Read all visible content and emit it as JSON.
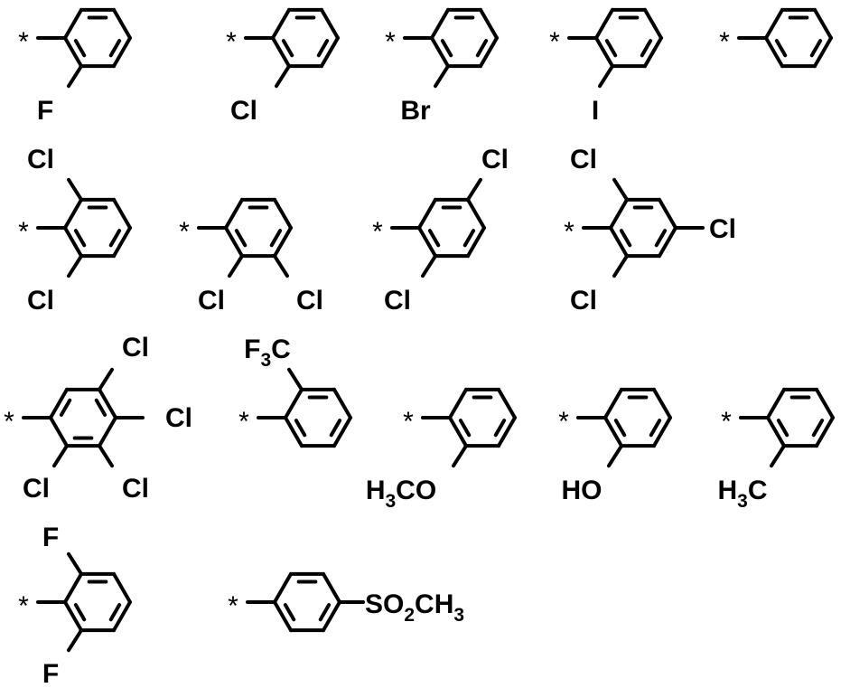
{
  "figure": {
    "attachment_symbol": "*",
    "substituents": [
      {
        "id": "2-fluoro",
        "labels": [
          "F"
        ]
      },
      {
        "id": "2-chloro",
        "labels": [
          "Cl"
        ]
      },
      {
        "id": "2-bromo",
        "labels": [
          "Br"
        ]
      },
      {
        "id": "2-iodo",
        "labels": [
          "I"
        ]
      },
      {
        "id": "phenyl",
        "labels": []
      },
      {
        "id": "2,6-dichloro",
        "labels": [
          "Cl",
          "Cl"
        ]
      },
      {
        "id": "2,3-dichloro",
        "labels": [
          "Cl",
          "Cl"
        ]
      },
      {
        "id": "2,5-dichloro",
        "labels": [
          "Cl",
          "Cl"
        ]
      },
      {
        "id": "2,4,6-trichloro",
        "labels": [
          "Cl",
          "Cl",
          "Cl"
        ]
      },
      {
        "id": "2,3,4,5-tetrachloro",
        "labels": [
          "Cl",
          "Cl",
          "Cl",
          "Cl"
        ]
      },
      {
        "id": "2-trifluoromethyl",
        "labels": [
          {
            "main": "F",
            "sub": "3",
            "tail": "C"
          }
        ]
      },
      {
        "id": "2-methoxy",
        "labels": [
          {
            "main": "H",
            "sub": "3",
            "tail": "CO"
          }
        ]
      },
      {
        "id": "2-hydroxy",
        "labels": [
          "HO"
        ]
      },
      {
        "id": "2-methyl",
        "labels": [
          {
            "main": "H",
            "sub": "3",
            "tail": "C"
          }
        ]
      },
      {
        "id": "2,6-difluoro",
        "labels": [
          "F",
          "F"
        ]
      },
      {
        "id": "4-methylsulfonyl",
        "labels": [
          {
            "main": "SO",
            "sub": "2",
            "tail": "CH",
            "sub2": "3"
          }
        ]
      }
    ]
  }
}
